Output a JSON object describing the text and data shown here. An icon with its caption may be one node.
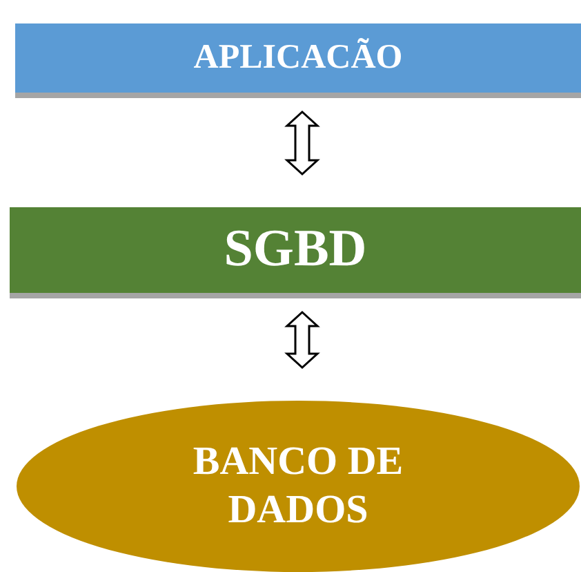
{
  "diagram": {
    "nodes": [
      {
        "text": [
          "APLICACÃO"
        ]
      },
      {
        "text": [
          "SGBD"
        ]
      },
      {
        "text": [
          "BANCO DE DADOS"
        ]
      }
    ],
    "edges": [
      {
        "from": 0,
        "to": 1,
        "arrow": "both"
      },
      {
        "from": 1,
        "to": 2,
        "arrow": "both"
      }
    ]
  }
}
